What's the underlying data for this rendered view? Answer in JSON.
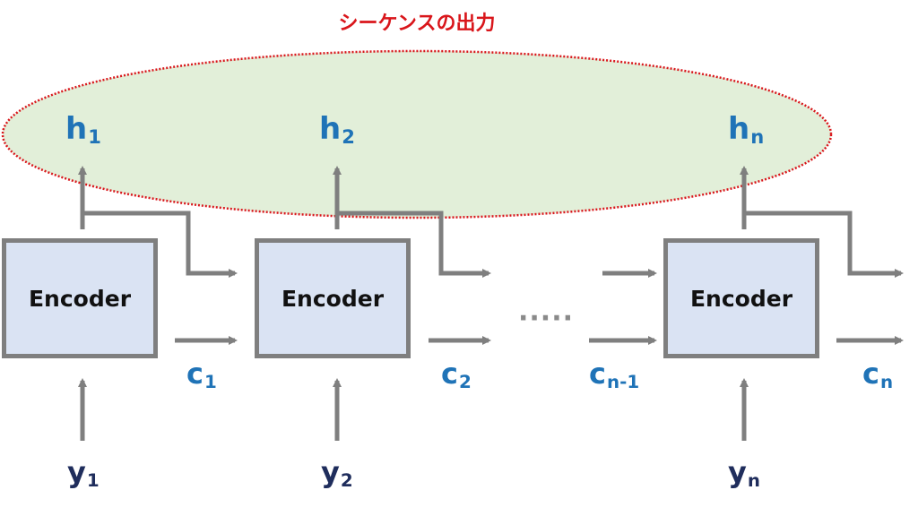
{
  "title": "シーケンスの出力",
  "colors": {
    "title": "#d9161b",
    "ellipse_fill": "#e2efd9",
    "ellipse_border": "#d9161b",
    "encoder_fill": "#dae3f3",
    "encoder_border": "#7f7f7f",
    "arrow": "#7f7f7f",
    "state_label": "#1f73b7",
    "input_label": "#1f2d5c"
  },
  "encoders": [
    {
      "label": "Encoder",
      "h": {
        "base": "h",
        "sub": "1"
      },
      "c": {
        "base": "c",
        "sub": "1"
      },
      "y": {
        "base": "y",
        "sub": "1"
      }
    },
    {
      "label": "Encoder",
      "h": {
        "base": "h",
        "sub": "2"
      },
      "c": {
        "base": "c",
        "sub": "2"
      },
      "y": {
        "base": "y",
        "sub": "2"
      }
    },
    {
      "label": "Encoder",
      "h": {
        "base": "h",
        "sub": "n"
      },
      "c": {
        "base": "c",
        "sub": "n"
      },
      "y": {
        "base": "y",
        "sub": "n"
      }
    }
  ],
  "prev_cell_label": {
    "base": "c",
    "sub": "n-1"
  },
  "ellipsis": "·····"
}
